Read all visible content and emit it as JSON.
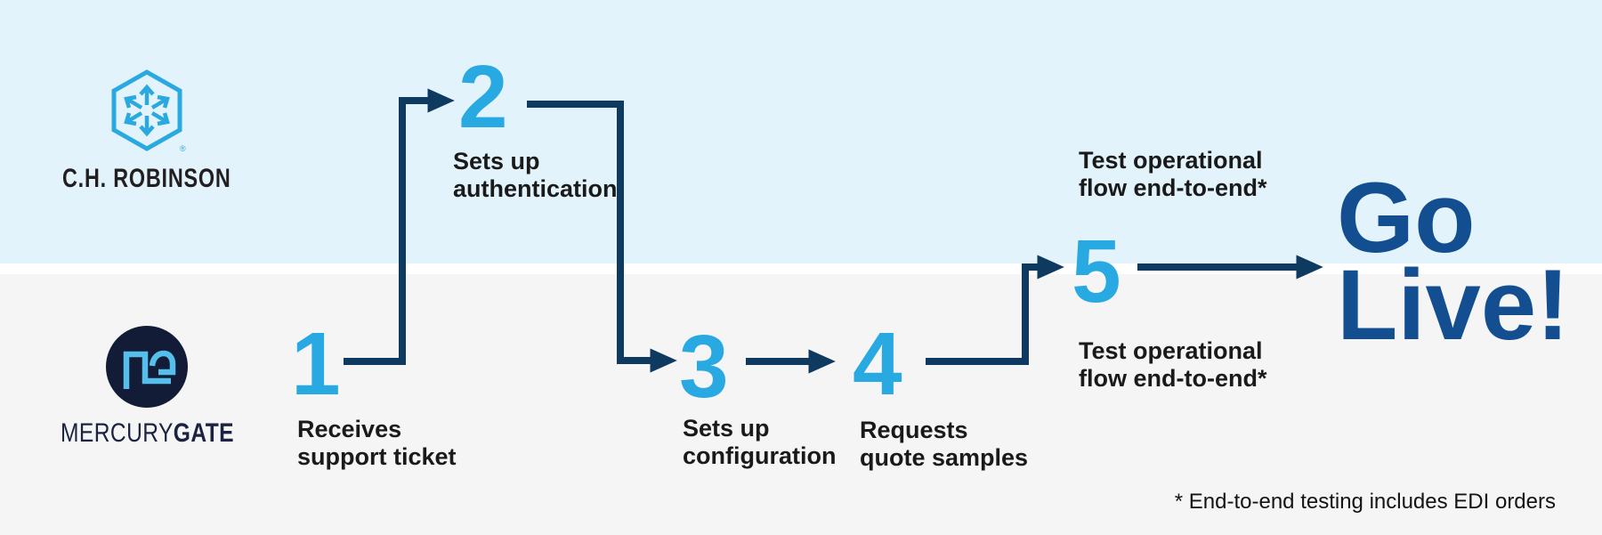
{
  "lanes": {
    "top_company": {
      "wordmark": "C.H. ROBINSON",
      "registered_mark": "®"
    },
    "bottom_company": {
      "wordmark_regular": "MERCURY",
      "wordmark_bold": "GATE"
    }
  },
  "steps": [
    {
      "number": "1",
      "label_lines": [
        "Receives",
        "support ticket"
      ]
    },
    {
      "number": "2",
      "label_lines": [
        "Sets up",
        "authentication"
      ]
    },
    {
      "number": "3",
      "label_lines": [
        "Sets up",
        "configuration"
      ]
    },
    {
      "number": "4",
      "label_lines": [
        "Requests",
        "quote samples"
      ]
    },
    {
      "number": "5",
      "label_above_lines": [
        "Test operational",
        "flow end-to-end*"
      ],
      "label_below_lines": [
        "Test operational",
        "flow end-to-end*"
      ]
    }
  ],
  "outcome": {
    "line1": "Go",
    "line2": "Live!"
  },
  "footnote": "* End-to-end testing includes EDI orders",
  "colors": {
    "lane_top_bg": "#E2F3FB",
    "lane_bottom_bg": "#F5F5F6",
    "divider": "#FFFFFF",
    "step_number_blue": "#29A9E1",
    "arrow_navy": "#0E3A5F",
    "go_live_blue": "#134F90",
    "label_text": "#1A1A1A",
    "chr_logo_blue": "#2AA8E0",
    "chr_wordmark_color": "#231F20",
    "mg_circle_navy": "#131C36",
    "mg_monogram_blue": "#55BEEB",
    "mg_wordmark_color": "#1B2340"
  }
}
